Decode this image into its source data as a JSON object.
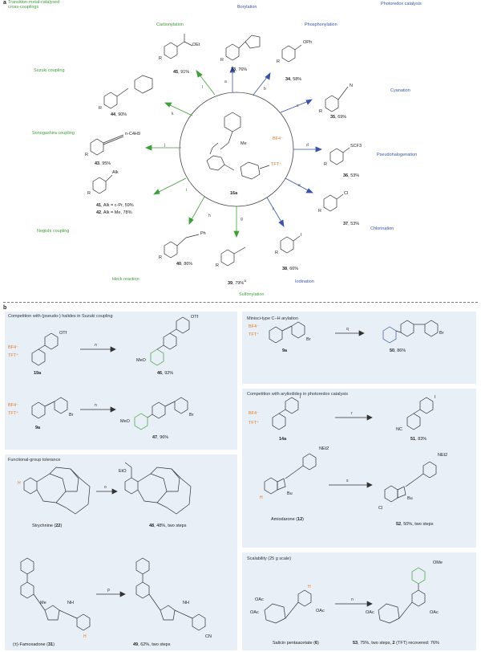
{
  "panel_a": {
    "label": "a",
    "corner_left": "Transition-metal-catalysed\ncross-couplings",
    "corner_right": "Photoredox catalysis",
    "center": {
      "compound": "16a",
      "counterion": "BF4⁻",
      "tft": "TFT⁺",
      "me": "Me"
    },
    "reactions": [
      {
        "name": "Borylation",
        "arrow": "a",
        "product": "33",
        "yield": "76%"
      },
      {
        "name": "Phosphonylation",
        "arrow": "b",
        "product": "34",
        "yield": "58%",
        "sub": "OPh"
      },
      {
        "name": "Cyanation",
        "arrow": "c",
        "product": "35",
        "yield": "69%"
      },
      {
        "name": "Pseudohalogenation",
        "arrow": "d",
        "product": "36",
        "yield": "53%",
        "sub": "SCF3"
      },
      {
        "name": "Chlorination",
        "arrow": "e",
        "product": "37",
        "yield": "53%",
        "sub": "Cl"
      },
      {
        "name": "Iodination",
        "arrow": "f",
        "product": "38",
        "yield": "66%",
        "sub": "I"
      },
      {
        "name": "Sulfonylation",
        "arrow": "g",
        "product": "39",
        "yield": "79%",
        "sup": "a"
      },
      {
        "name": "Heck reaction",
        "arrow": "h",
        "product": "40",
        "yield": "86%",
        "sub": "Ph"
      },
      {
        "name": "Negishi coupling",
        "arrow": "i",
        "product": "41",
        "yield": "Alk = c-Pr, 59%",
        "product2": "42",
        "yield2": "Alk = Me, 78%",
        "sub": "Alk"
      },
      {
        "name": "Sonogashira coupling",
        "arrow": "j",
        "product": "43",
        "yield": "95%",
        "sub": "n-C4H9"
      },
      {
        "name": "Suzuki coupling",
        "arrow": "k",
        "product": "44",
        "yield": "90%"
      },
      {
        "name": "Carbonylation",
        "arrow": "l",
        "product": "45",
        "yield": "91%",
        "sub": "OEt"
      }
    ],
    "r_label": "R"
  },
  "panel_b": {
    "label": "b",
    "competition_suzuki": {
      "title": "Competition with (pseudo-) halides in Suzuki coupling",
      "row1": {
        "sm": "19a",
        "arrow": "n",
        "product": "46",
        "yield": "92%",
        "otf": "OTf",
        "meo": "MeO"
      },
      "row2": {
        "sm": "9a",
        "arrow": "n",
        "product": "47",
        "yield": "96%",
        "br": "Br",
        "meo": "MeO"
      }
    },
    "minisci": {
      "title": "Minisci-type C–H arylation",
      "sm": "9a",
      "arrow": "q",
      "product": "50",
      "yield": "86%",
      "br": "Br"
    },
    "photoredox": {
      "title": "Competition with aryliodides in photoredox catalysis",
      "row1": {
        "sm": "14a",
        "arrow": "r",
        "product": "51",
        "yield": "83%",
        "i": "I",
        "nc": "NC"
      },
      "row2": {
        "sm_name": "Amiodarone",
        "sm": "12",
        "arrow": "s",
        "product": "52",
        "yield": "50%, two steps",
        "bu": "Bu",
        "cl": "Cl",
        "net2": "NEt2"
      }
    },
    "fg_tolerance": {
      "title": "Functional-group tolerance",
      "row1": {
        "sm_name": "Strychnine",
        "sm": "22",
        "arrow": "o",
        "product": "48",
        "yield": "48%, two steps",
        "eto": "EtO"
      },
      "row2": {
        "sm_name": "(±)-Famoxadone",
        "sm": "31",
        "arrow": "p",
        "product": "49",
        "yield": "62%, two steps",
        "cn": "CN",
        "me": "Me",
        "nh": "NH"
      }
    },
    "scalability": {
      "title": "Scalability (25 g scale)",
      "sm_name": "Salicin pentaacetate",
      "sm": "6",
      "arrow": "n",
      "product": "53",
      "yield": "75%, two steps, ",
      "tft_part": "2",
      "tft_text": "(TFT) recovered: 76%",
      "ome": "OMe",
      "oac": "OAc"
    }
  },
  "colors": {
    "green": "#3f9e3a",
    "blue": "#3a55a8",
    "orange": "#e07a2a",
    "panel": "#e8eff7"
  }
}
